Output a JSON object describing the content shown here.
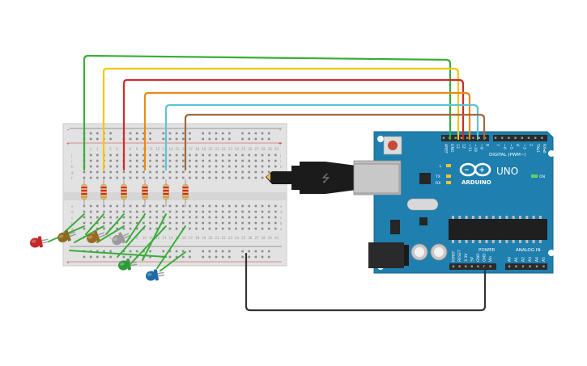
{
  "board": {
    "name": "Arduino UNO",
    "logo_text": "ARDUINO",
    "model_label": "UNO",
    "digital_header_label": "DIGITAL (PWM~)",
    "power_header_label": "POWER",
    "analog_header_label": "ANALOG IN",
    "on_label": "ON",
    "l_label": "L",
    "tx_label": "TX",
    "rx_label": "RX",
    "digital_pins": [
      "AREF",
      "GND",
      "13",
      "12",
      "~11",
      "~10",
      "~9",
      "8",
      "7",
      "~6",
      "~5",
      "4",
      "~3",
      "2",
      "TX▸1",
      "RX◂0"
    ],
    "power_pins": [
      "IOREF",
      "RESET",
      "3.3V",
      "5V",
      "GND",
      "GND",
      "Vin"
    ],
    "analog_pins": [
      "A0",
      "A1",
      "A2",
      "A3",
      "A4",
      "A5"
    ]
  },
  "breadboard": {
    "name": "Breadboard",
    "row_letters_top": [
      "a",
      "b",
      "c",
      "d",
      "e"
    ],
    "row_letters_bottom": [
      "f",
      "g",
      "h",
      "i",
      "j"
    ],
    "rail_plus": "+",
    "rail_minus": "-",
    "column_numbers": [
      "1",
      "2",
      "3",
      "4",
      "5",
      "6",
      "7",
      "8",
      "9",
      "10",
      "11",
      "12",
      "13",
      "14",
      "15",
      "16",
      "17",
      "18",
      "19",
      "20",
      "21",
      "22",
      "23",
      "24",
      "25",
      "26",
      "27",
      "28",
      "29",
      "30"
    ]
  },
  "wires": [
    {
      "name": "wire-green",
      "color": "#3aad3a"
    },
    {
      "name": "wire-yellow",
      "color": "#f2c80f"
    },
    {
      "name": "wire-red",
      "color": "#d02a2a"
    },
    {
      "name": "wire-orange",
      "color": "#ea8a12"
    },
    {
      "name": "wire-cyan",
      "color": "#5ec4d4"
    },
    {
      "name": "wire-brown",
      "color": "#a2693e"
    },
    {
      "name": "wire-ground",
      "color": "#333333"
    }
  ],
  "leds": [
    {
      "name": "led-red",
      "color": "#c62828"
    },
    {
      "name": "led-olive",
      "color": "#8a6d1e"
    },
    {
      "name": "led-amber",
      "color": "#9a6a22"
    },
    {
      "name": "led-gray",
      "color": "#9a9a9a"
    },
    {
      "name": "led-green",
      "color": "#2e9a3a"
    },
    {
      "name": "led-blue",
      "color": "#1f6aa5"
    }
  ],
  "resistors": [
    {
      "name": "resistor-1"
    },
    {
      "name": "resistor-2"
    },
    {
      "name": "resistor-3"
    },
    {
      "name": "resistor-4"
    },
    {
      "name": "resistor-5"
    },
    {
      "name": "resistor-6"
    }
  ],
  "colors": {
    "board": "#1f7fae",
    "breadboard": "#e2e2e2",
    "usb_cable": "#1b1b1b",
    "usb_plug": "#c8c8c8"
  }
}
